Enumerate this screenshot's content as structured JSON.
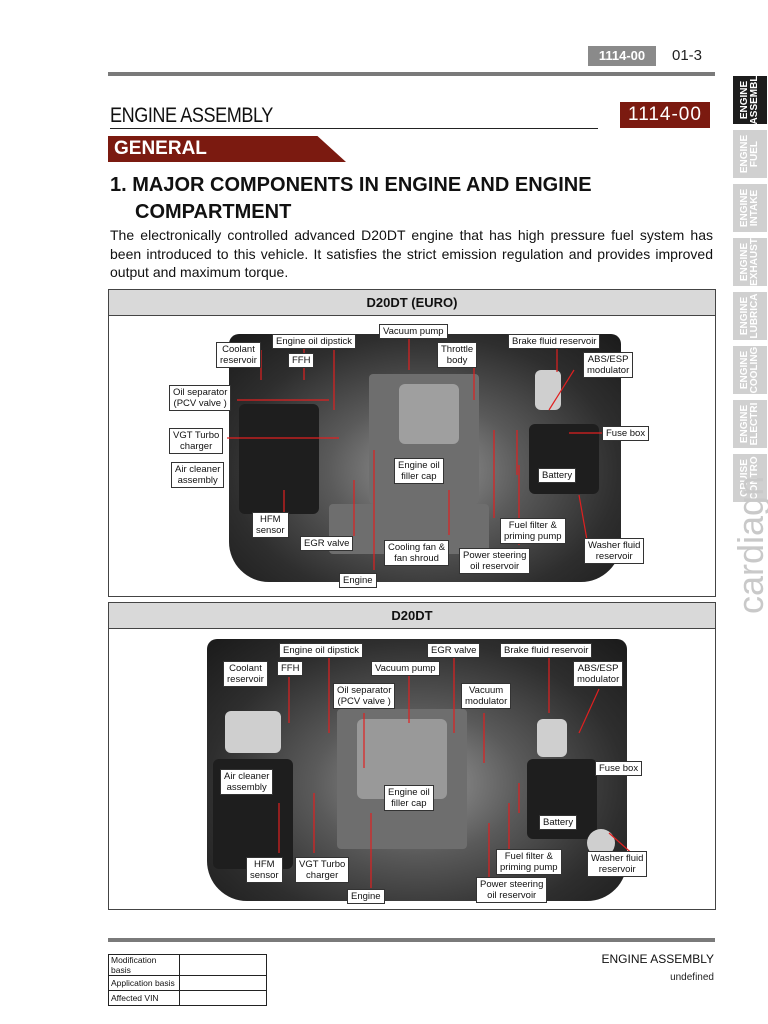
{
  "header": {
    "page_code": "1114-00",
    "page_number": "01-3"
  },
  "section": {
    "title": "ENGINE ASSEMBLY",
    "code": "1114-00"
  },
  "general_label": "GENERAL",
  "heading": {
    "line1": "1. MAJOR COMPONENTS IN ENGINE AND ENGINE",
    "line2": "COMPARTMENT"
  },
  "intro": "The electronically controlled advanced D20DT engine that has high pressure fuel system has been introduced to this vehicle. It satisfies the strict emission regulation and provides improved output and maximum torque.",
  "figure1": {
    "title": "D20DT (EURO)",
    "labels": {
      "coolant": "Coolant\nreservoir",
      "dipstick": "Engine oil dipstick",
      "vacuum": "Vacuum pump",
      "throttle": "Throttle\nbody",
      "brake": "Brake fluid reservoir",
      "abs": "ABS/ESP\nmodulator",
      "ffh": "FFH",
      "oilsep": "Oil separator\n(PCV valve )",
      "vgt": "VGT Turbo\ncharger",
      "fusebox": "Fuse box",
      "aircleaner": "Air cleaner\nassembly",
      "fillercap": "Engine oil\nfiller cap",
      "battery": "Battery",
      "hfm": "HFM\nsensor",
      "egr": "EGR valve",
      "fuelfilter": "Fuel filter &\npriming pump",
      "washer": "Washer fluid\nreservoir",
      "coolingfan": "Cooling fan &\nfan shroud",
      "steering": "Power steering\noil reservoir",
      "engine": "Engine"
    }
  },
  "figure2": {
    "title": "D20DT",
    "labels": {
      "dipstick": "Engine oil dipstick",
      "egr": "EGR valve",
      "brake": "Brake fluid reservoir",
      "coolant": "Coolant\nreservoir",
      "ffh": "FFH",
      "vacuum": "Vacuum pump",
      "abs": "ABS/ESP\nmodulator",
      "oilsep": "Oil separator\n(PCV valve )",
      "vacmod": "Vacuum\nmodulator",
      "aircleaner": "Air cleaner\nassembly",
      "fusebox": "Fuse box",
      "fillercap": "Engine oil\nfiller cap",
      "battery": "Battery",
      "hfm": "HFM\nsensor",
      "vgt": "VGT Turbo\ncharger",
      "fuelfilter": "Fuel filter &\npriming pump",
      "washer": "Washer fluid\nreservoir",
      "steering": "Power steering\noil reservoir",
      "engine": "Engine"
    }
  },
  "tabs": [
    "ENGINE\nASSEMBL",
    "ENGINE\nFUEL",
    "ENGINE\nINTAKE",
    "ENGINE\nEXHAUST",
    "ENGINE\nLUBRICA",
    "ENGINE\nCOOLING",
    "ENGINE\nELECTRI",
    "CRUISE\nCONTRO"
  ],
  "watermark": "cardiagn",
  "footer": {
    "rows": [
      {
        "key": "Modification basis",
        "value": ""
      },
      {
        "key": "Application basis",
        "value": ""
      },
      {
        "key": "Affected VIN",
        "value": ""
      }
    ],
    "title": "ENGINE ASSEMBLY",
    "subtitle": "undefined"
  },
  "colors": {
    "accent": "#7b1a10",
    "rule": "#7a7a7a",
    "tab_active": "#1c1c1c",
    "tab_inactive": "#d0d0d0"
  }
}
